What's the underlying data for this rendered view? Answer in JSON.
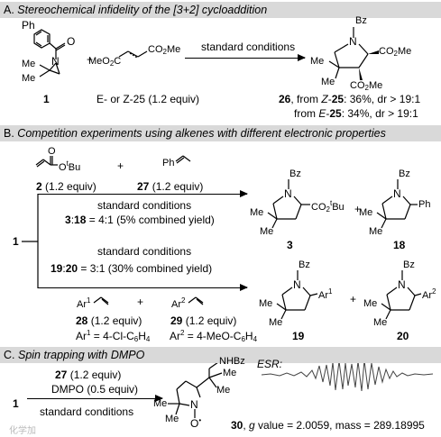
{
  "panel_a": {
    "header": "A. Stereochemical infidelity of the [3+2] cycloaddition",
    "label_a": "A.",
    "title": "Stereochemical infidelity of the [3+2] cycloaddition",
    "cmpd1": "1",
    "plus": "+",
    "alkene_label": "E- or Z-25 (1.2 equiv)",
    "arrow_label": "standard conditions",
    "product_num": "26",
    "result1": "26, from Z-25: 36%, dr > 19:1",
    "result2": "from E-25: 34%, dr > 19:1",
    "atoms": {
      "ph": "Ph",
      "o": "O",
      "n": "N",
      "bz": "Bz",
      "me": "Me",
      "meo2c": "MeO2C",
      "co2me": "CO2Me"
    }
  },
  "panel_b": {
    "header": "B. Competition experiments using alkenes with different electronic properties",
    "label_b": "B.",
    "title": "Competition experiments using alkenes with different electronic properties",
    "reagent2": "2 (1.2 equiv)",
    "reagent27": "27 (1.2 equiv)",
    "otbu": "OtBu",
    "ph": "Ph",
    "top_arrow_label": "standard conditions",
    "top_ratio": "3:18 = 4:1 (5% combined yield)",
    "left_label": "1",
    "bottom_arrow_label": "standard conditions",
    "bottom_ratio": "19:20 = 3:1 (30% combined yield)",
    "reagent28": "28 (1.2 equiv)",
    "reagent29": "29 (1.2 equiv)",
    "ar1_def": "Ar1 = 4-Cl-C6H4",
    "ar2_def": "Ar2 = 4-MeO-C6H4",
    "products": [
      "3",
      "18",
      "19",
      "20"
    ],
    "atoms": {
      "bz": "Bz",
      "n": "N",
      "me": "Me",
      "co2tbu": "CO2tBu",
      "ph": "Ph",
      "ar1": "Ar1",
      "ar2": "Ar2",
      "o": "O"
    }
  },
  "panel_c": {
    "header": "C. Spin trapping with DMPO",
    "label_c": "C.",
    "title": "Spin trapping with DMPO",
    "left_label": "1",
    "reagent27": "27 (1.2 equiv)",
    "dmpo": "DMPO (0.5 equiv)",
    "arrow_label": "standard conditions",
    "esr_label": "ESR:",
    "product_line": "30, g value = 2.0059, mass = 289.18995",
    "atoms": {
      "nhbz": "NHBz",
      "me": "Me",
      "n": "N",
      "o": "O"
    }
  },
  "watermark": "化学加"
}
